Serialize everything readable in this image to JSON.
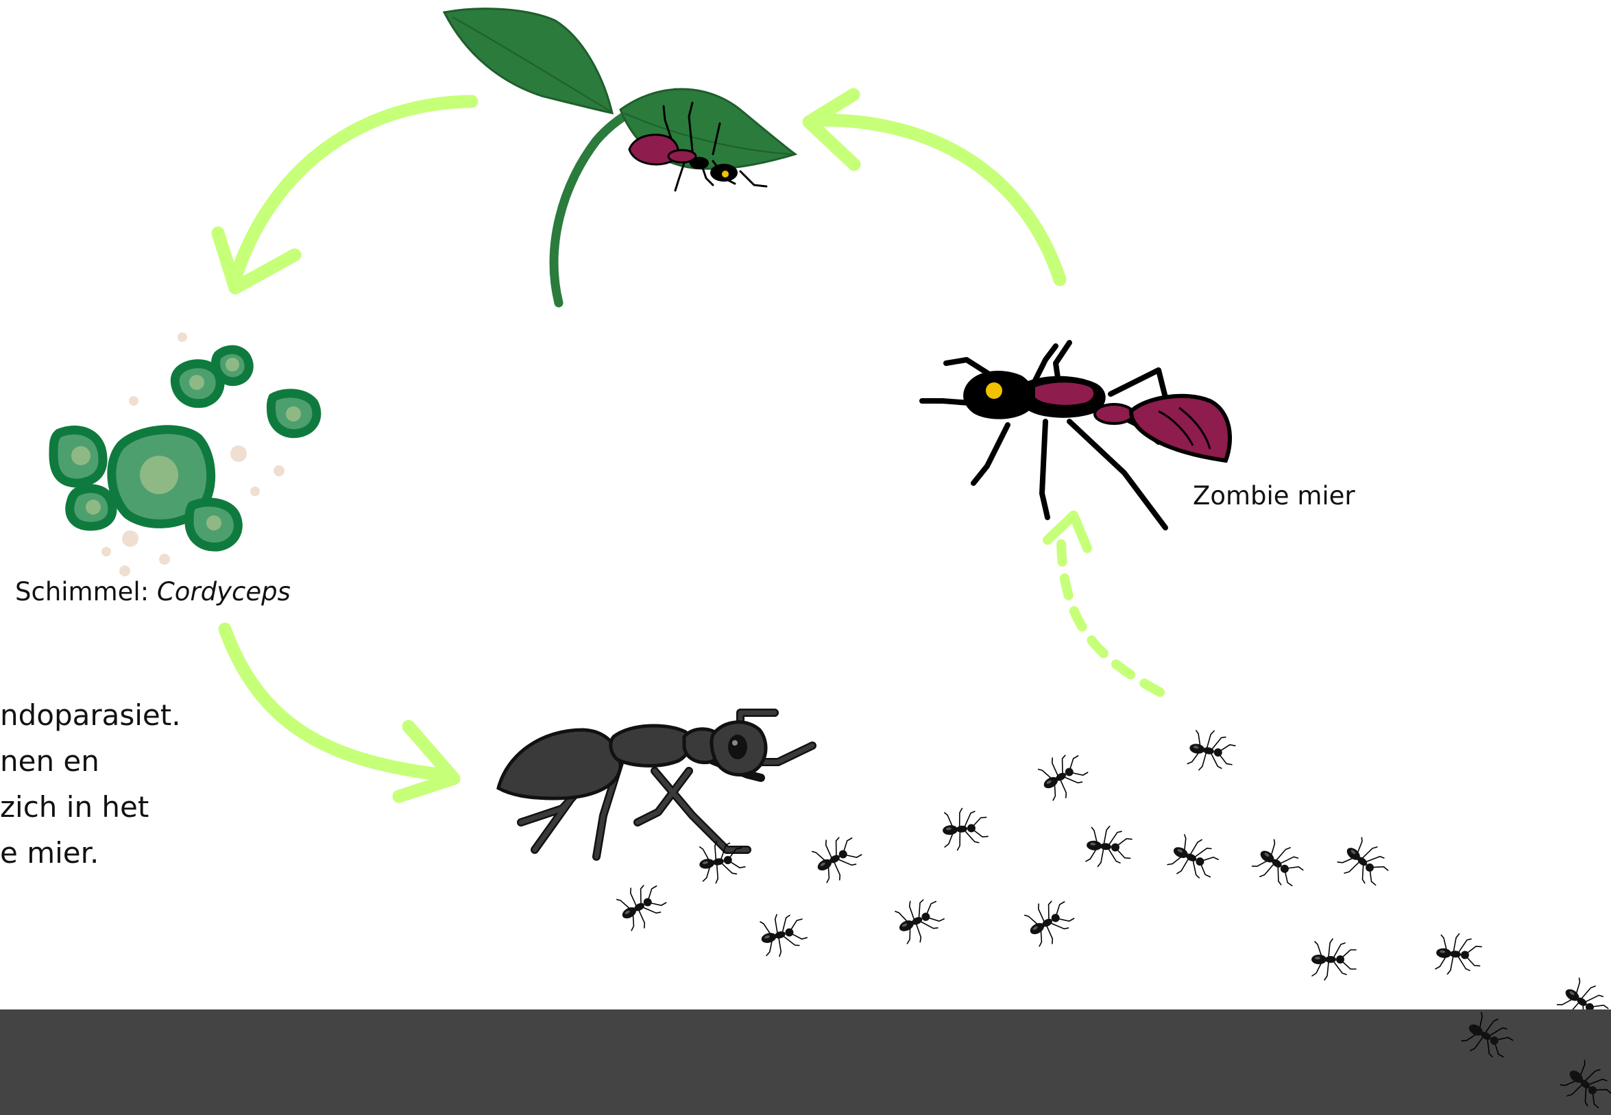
{
  "colors": {
    "arrow": "#c6ff78",
    "fungus_dark": "#0f7a3e",
    "fungus_mid": "#4e9f6e",
    "fungus_light": "#8fb984",
    "spore": "#efdfd1",
    "leaf": "#2b7b3c",
    "ant_body": "#000000",
    "zombie_abdomen": "#8e1c4d",
    "zombie_eye": "#f2c200",
    "healthy_ant": "#3a3a3a",
    "ground": "#444444"
  },
  "labels": {
    "fungus_prefix": "Schimmel: ",
    "fungus_name": "Cordyceps",
    "zombie": "Zombie mier"
  },
  "description": {
    "lines": [
      "ndoparasiet.",
      "nen en",
      "zich in het",
      "e mier."
    ]
  },
  "nodes": [
    {
      "id": "leaf",
      "icon": "leaf-with-attached-ant-icon"
    },
    {
      "id": "fungus",
      "icon": "fungus-spores-icon"
    },
    {
      "id": "healthy-ant",
      "icon": "ant-icon"
    },
    {
      "id": "zombie-ant",
      "icon": "zombie-ant-icon"
    },
    {
      "id": "ant-colony",
      "icon": "small-ant-icon"
    }
  ]
}
